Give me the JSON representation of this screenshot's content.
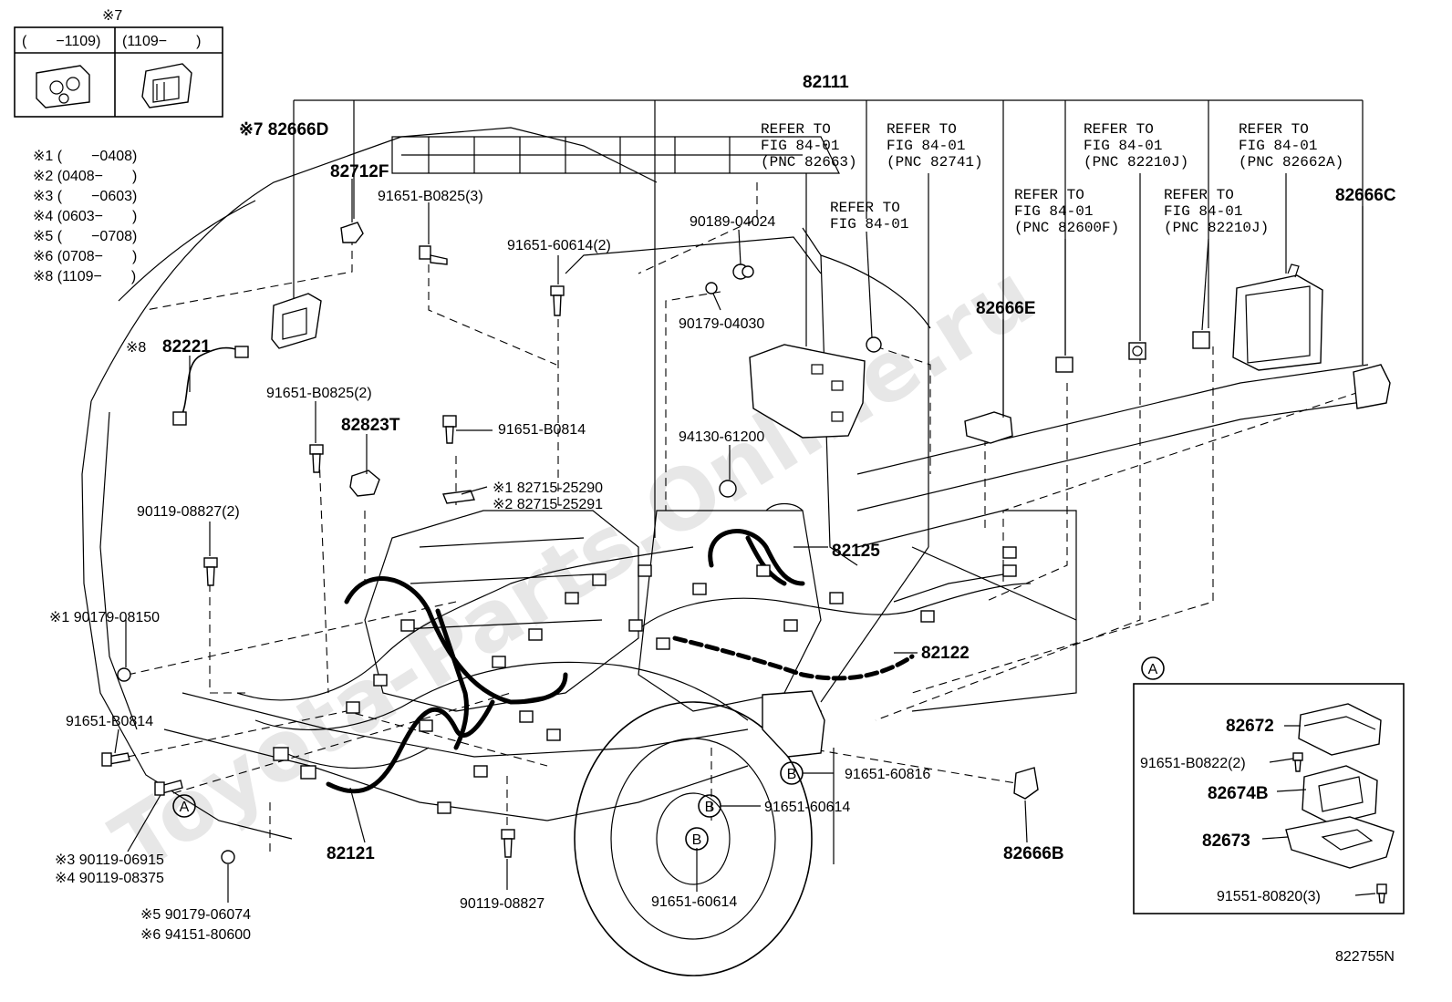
{
  "inset_top": {
    "marker": "※7",
    "col1": "(　　−1109)",
    "col2": "(1109−　　)"
  },
  "notes": [
    "※1 (　　−0408)",
    "※2 (0408−　　)",
    "※3 (　　−0603)",
    "※4 (0603−　　)",
    "※5 (　　−0708)",
    "※6 (0708−　　)",
    "※8 (1109−　　)"
  ],
  "main_part": "82111",
  "refer_notes": {
    "r1": [
      "REFER TO",
      "FIG 84-01",
      "(PNC 82663)"
    ],
    "r2": [
      "REFER TO",
      "FIG 84-01",
      "(PNC 82741)"
    ],
    "r3": [
      "REFER TO",
      "FIG 84-01"
    ],
    "r4": [
      "REFER TO",
      "FIG 84-01",
      "(PNC 82210J)"
    ],
    "r5": [
      "REFER TO",
      "FIG 84-01",
      "(PNC 82662A)"
    ],
    "r6": [
      "REFER TO",
      "FIG 84-01",
      "(PNC 82600F)"
    ],
    "r7": [
      "REFER TO",
      "FIG 84-01",
      "(PNC 82210J)"
    ]
  },
  "labels": {
    "p82666D": "※7 82666D",
    "p82712F": "82712F",
    "p91651_B0825_3": "91651-B0825(3)",
    "p91651_60614_2": "91651-60614(2)",
    "p90189": "90189-04024",
    "p90179_04030": "90179-04030",
    "p82666C": "82666C",
    "p82666E": "82666E",
    "p82221": "82221",
    "p82221_mark": "※8",
    "p91651_B0825_2": "91651-B0825(2)",
    "p82823T": "82823T",
    "p91651_B0814a": "91651-B0814",
    "p94130": "94130-61200",
    "p82715_1": "※1 82715-25290",
    "p82715_2": "※2 82715-25291",
    "p90119_08827_2": "90119-08827(2)",
    "p82125": "82125",
    "p90179_08150": "※1 90179-08150",
    "p82122": "82122",
    "p91651_B0814b": "91651-B0814",
    "p91651_60816": "91651-60816",
    "p91651_60614a": "91651-60614",
    "p91651_60614b": "91651-60614",
    "p82121": "82121",
    "p82666B": "82666B",
    "p90119_06915": "※3 90119-06915",
    "p90119_08375": "※4 90119-08375",
    "p90119_08827": "90119-08827",
    "p90179_06074": "※5 90179-06074",
    "p94151_80600": "※6 94151-80600"
  },
  "callout_letters": {
    "a": "A",
    "b": "B"
  },
  "detail_a": {
    "marker": "A",
    "p82672": "82672",
    "p91651_B0822": "91651-B0822(2)",
    "p82674B": "82674B",
    "p82673": "82673",
    "p91551_80820": "91551-80820(3)"
  },
  "figure_id": "822755N",
  "watermark": "Toyota-Parts.Online.ru"
}
